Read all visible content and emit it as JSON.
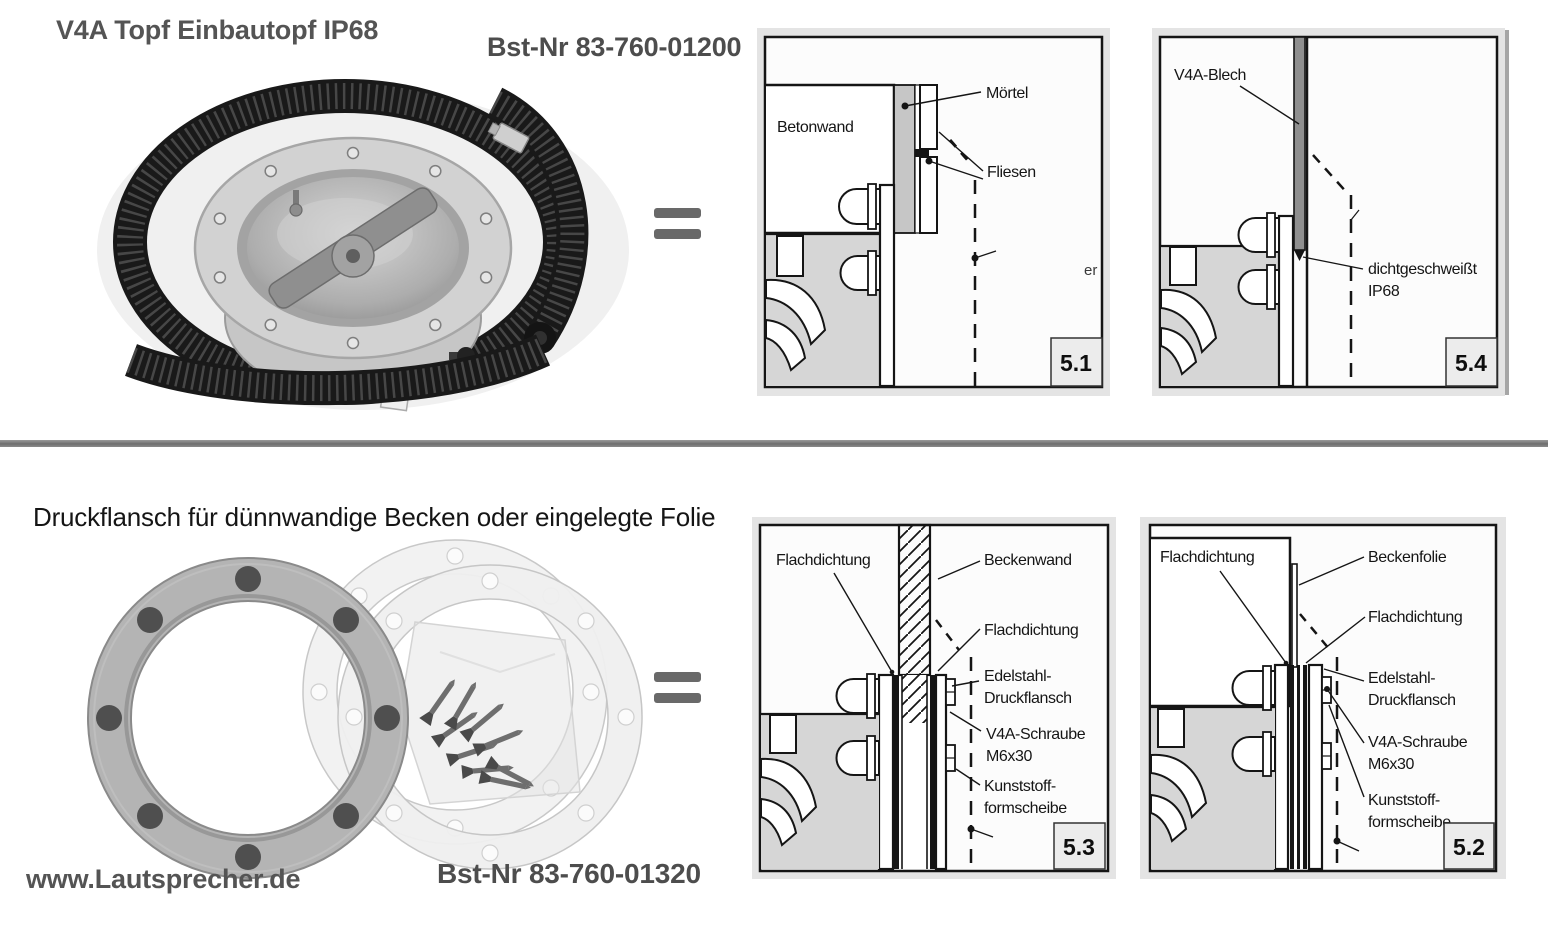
{
  "section1": {
    "title": "V4A Topf Einbautopf IP68",
    "order_no": "Bst-Nr 83-760-01200",
    "equals": "=",
    "diagram_5_1": {
      "fig_no": "5.1",
      "labels": {
        "betonwand": "Betonwand",
        "moertel": "Mörtel",
        "fliesen": "Fliesen",
        "edge_fragment": "er"
      }
    },
    "diagram_5_4": {
      "fig_no": "5.4",
      "labels": {
        "v4a_blech": "V4A-Blech",
        "dicht_line1": "dichtgeschweißt",
        "dicht_line2": "IP68"
      }
    }
  },
  "section2": {
    "title": "Druckflansch für dünnwandige Becken oder eingelegte Folie",
    "order_no": "Bst-Nr 83-760-01320",
    "website": "www.Lautsprecher.de",
    "equals": "=",
    "diagram_5_3": {
      "fig_no": "5.3",
      "labels": {
        "flachdichtung_left": "Flachdichtung",
        "beckenwand": "Beckenwand",
        "flachdichtung_right": "Flachdichtung",
        "edelstahl_line1": "Edelstahl-",
        "edelstahl_line2": "Druckflansch",
        "schraube_line1": "V4A-Schraube",
        "schraube_line2": "M6x30",
        "kunststoff_line1": "Kunststoff-",
        "kunststoff_line2": "formscheibe"
      }
    },
    "diagram_5_2": {
      "fig_no": "5.2",
      "labels": {
        "flachdichtung_left": "Flachdichtung",
        "beckenfolie": "Beckenfolie",
        "flachdichtung_right": "Flachdichtung",
        "edelstahl_line1": "Edelstahl-",
        "edelstahl_line2": "Druckflansch",
        "schraube_line1": "V4A-Schraube",
        "schraube_line2": "M6x30",
        "kunststoff_line1": "Kunststoff-",
        "kunststoff_line2": "formscheibe"
      }
    }
  },
  "colors": {
    "heading_gray": "#545454",
    "equals_gray": "#696969",
    "diagram_margin": "#e4e4e4"
  }
}
